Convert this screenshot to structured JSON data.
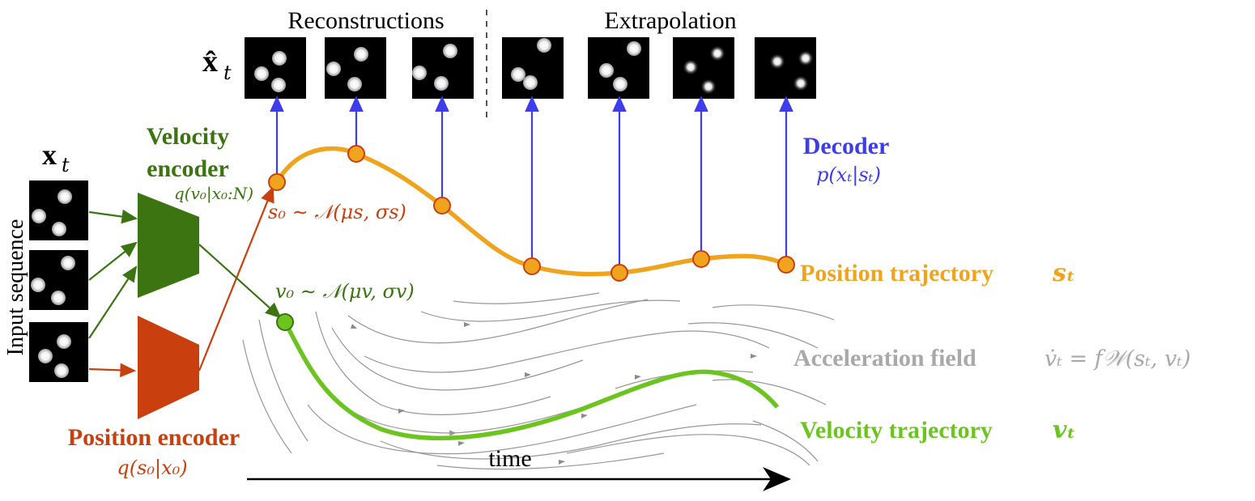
{
  "header": {
    "reconstructions": "Reconstructions",
    "extrapolation": "Extrapolation",
    "x_hat_label": "x̂",
    "x_hat_sub": "t"
  },
  "input": {
    "x_label": "x",
    "x_sub": "t",
    "sequence_label": "Input sequence"
  },
  "velocity_encoder": {
    "title_line1": "Velocity",
    "title_line2": "encoder",
    "formula": "q(v₀|x₀:N)",
    "color": "#3b7410"
  },
  "position_encoder": {
    "title": "Position encoder",
    "formula": "q(s₀|x₀)",
    "color": "#c9400e"
  },
  "decoder": {
    "title": "Decoder",
    "formula": "p(xₜ|sₜ)",
    "color": "#3d3dee"
  },
  "s0_prior": "s₀ ∼ 𝒩(μs, σs)",
  "v0_prior": "v₀ ∼ 𝒩(μv, σv)",
  "position_trajectory": {
    "label": "Position trajectory",
    "symbol": "sₜ",
    "color": "#f0a41e"
  },
  "acceleration_field": {
    "label": "Acceleration field",
    "formula": "v̇ₜ = f𝒲(sₜ, vₜ)",
    "color": "#a9a9a9"
  },
  "velocity_trajectory": {
    "label": "Velocity trajectory",
    "symbol": "vₜ",
    "color": "#6cc41f"
  },
  "time_axis": "time",
  "frames": {
    "reconstructed": 3,
    "extrapolated": 4,
    "input": 3
  }
}
